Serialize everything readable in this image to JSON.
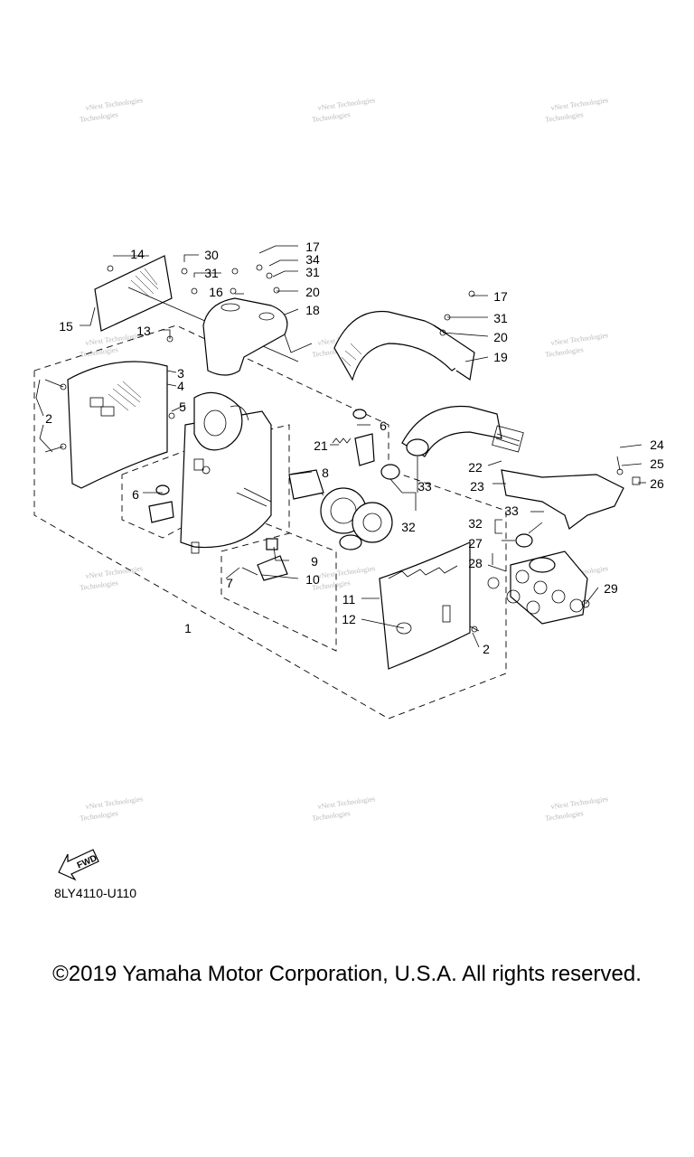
{
  "watermark": {
    "line1": "vNext Technologies",
    "line2": "Technologies"
  },
  "callouts": [
    {
      "n": "1"
    },
    {
      "n": "2"
    },
    {
      "n": "2"
    },
    {
      "n": "3"
    },
    {
      "n": "4"
    },
    {
      "n": "5"
    },
    {
      "n": "6"
    },
    {
      "n": "6"
    },
    {
      "n": "7"
    },
    {
      "n": "8"
    },
    {
      "n": "9"
    },
    {
      "n": "10"
    },
    {
      "n": "11"
    },
    {
      "n": "12"
    },
    {
      "n": "13"
    },
    {
      "n": "14"
    },
    {
      "n": "15"
    },
    {
      "n": "16"
    },
    {
      "n": "17"
    },
    {
      "n": "17"
    },
    {
      "n": "18"
    },
    {
      "n": "19"
    },
    {
      "n": "20"
    },
    {
      "n": "20"
    },
    {
      "n": "21"
    },
    {
      "n": "22"
    },
    {
      "n": "23"
    },
    {
      "n": "24"
    },
    {
      "n": "25"
    },
    {
      "n": "26"
    },
    {
      "n": "27"
    },
    {
      "n": "28"
    },
    {
      "n": "29"
    },
    {
      "n": "30"
    },
    {
      "n": "31"
    },
    {
      "n": "31"
    },
    {
      "n": "31"
    },
    {
      "n": "32"
    },
    {
      "n": "32"
    },
    {
      "n": "33"
    },
    {
      "n": "33"
    },
    {
      "n": "34"
    }
  ],
  "fwd_label": "FWD",
  "ref_code": "8LY4110-U110",
  "copyright": "©2019 Yamaha Motor Corporation, U.S.A. All rights reserved."
}
